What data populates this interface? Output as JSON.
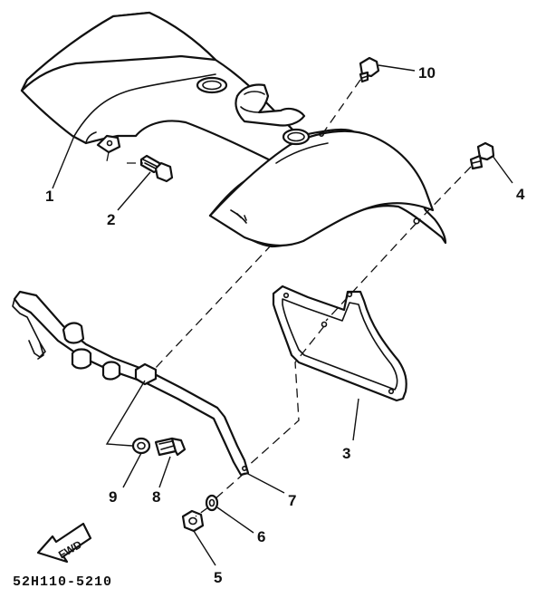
{
  "diagram": {
    "drawing_code": "52H110-5210",
    "direction_label": "FWD",
    "callouts": [
      "1",
      "2",
      "3",
      "4",
      "5",
      "6",
      "7",
      "8",
      "9",
      "10"
    ]
  }
}
